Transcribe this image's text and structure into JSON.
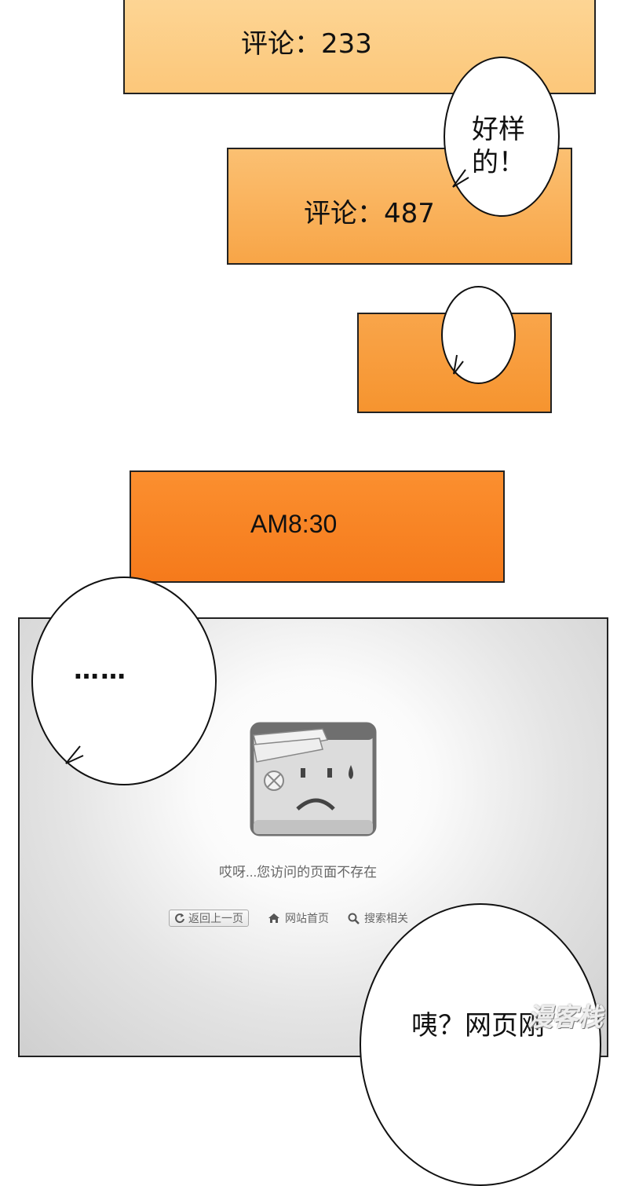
{
  "panels": {
    "p1_text": "评论：233",
    "p2_text": "评论：487",
    "p4_text": "AM8:30"
  },
  "bubbles": {
    "b1_text": "好样的！",
    "b3_text": "……",
    "b4_text": "咦？网页刚"
  },
  "error_page": {
    "message": "哎呀...您访问的页面不存在",
    "back_button": "返回上一页",
    "home_link": "网站首页",
    "search_link": "搜索相关"
  },
  "watermark": "漫客栈",
  "colors": {
    "panel_light": "#fdd594",
    "panel_mid": "#f8a547",
    "panel_dark": "#f57a1b"
  }
}
